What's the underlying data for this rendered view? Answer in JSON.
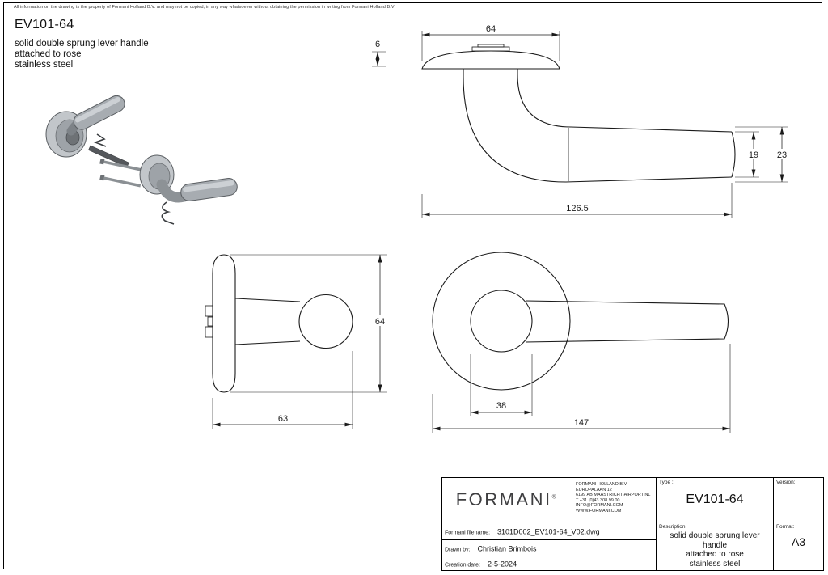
{
  "disclaimer": "All information on the drawing is the property of Formani Holland B.V. and may not be copied, in any way whatsoever without obtaining the permission in writing from Formani Holland B.V",
  "header": {
    "code": "EV101-64",
    "description_lines": [
      "solid double sprung lever handle",
      "attached to rose",
      "stainless steel"
    ]
  },
  "dimensions": {
    "side_view": {
      "rose_width": "64",
      "rose_height": "6",
      "tip_diameter": "19",
      "grip_diameter": "23",
      "projection": "126.5"
    },
    "profile_view": {
      "height": "64",
      "depth": "63"
    },
    "front_view": {
      "neck_diameter": "38",
      "total_length": "147"
    }
  },
  "title_block": {
    "brand": "FORMANI",
    "brand_mark": "®",
    "address_lines": [
      "FORMANI HOLLAND B.V.",
      "EUROPALAAN 12",
      "6199 AB MAASTRICHT-AIRPORT NL",
      "T +31 (0)43 308 99 00",
      "INFO@FORMANI.COM",
      "WWW.FORMANI.COM"
    ],
    "type_label": "Type :",
    "type_value": "EV101-64",
    "version_label": "Version:",
    "version_value": "",
    "filename_label": "Formani filename:",
    "filename_value": "3101D002_EV101-64_V02.dwg",
    "drawn_by_label": "Drawn by:",
    "drawn_by_value": "Christian Brimbois",
    "creation_date_label": "Creation date:",
    "creation_date_value": "2-5-2024",
    "description_label": "Description:",
    "description_lines": [
      "solid double sprung lever",
      "handle",
      "attached to rose",
      "stainless steel"
    ],
    "format_label": "Format:",
    "format_value": "A3"
  }
}
